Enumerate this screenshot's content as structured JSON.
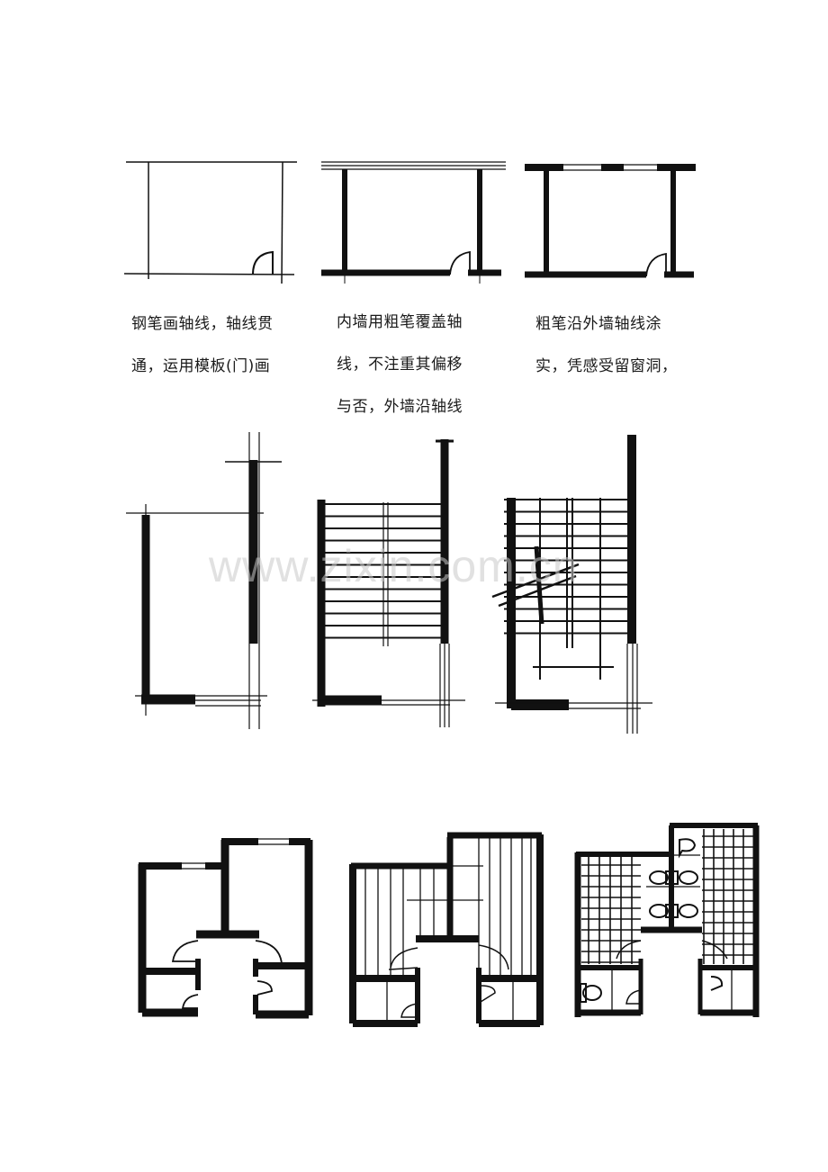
{
  "captions": [
    {
      "lines": [
        "钢笔画轴线，轴线贯",
        "通，运用模板(门)画"
      ]
    },
    {
      "lines": [
        "内墙用粗笔覆盖轴",
        "线，不注重其偏移",
        "与否，外墙沿轴线"
      ]
    },
    {
      "lines": [
        "粗笔沿外墙轴线涂",
        "实，凭感受留窗洞，"
      ]
    }
  ],
  "figures": {
    "row1": [
      "axis-lines-with-door-template",
      "inner-walls-thick-pen",
      "outer-walls-filled-window-openings"
    ],
    "row2": [
      "stair-axis-walls",
      "stair-treads-drawn",
      "stair-with-break-line-and-handrail"
    ],
    "row3": [
      "toilet-plan-walls",
      "toilet-plan-hatching",
      "toilet-plan-fixtures-and-tiles"
    ]
  },
  "watermark": "www.zixin.com.cn",
  "colors": {
    "ink": "#111111",
    "background": "#ffffff",
    "watermark": "#c8c8c8"
  }
}
